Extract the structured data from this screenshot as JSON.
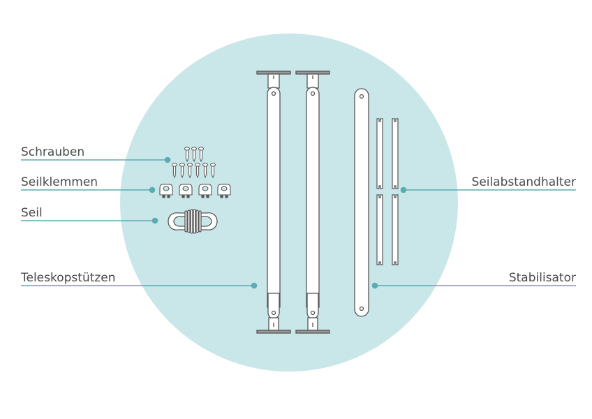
{
  "labels": {
    "schrauben": "Schrauben",
    "seilklemmen": "Seilklemmen",
    "seil": "Seil",
    "teleskopstuetzen": "Teleskopstützen",
    "seilabstandhalter": "Seilabstandhalter",
    "stabilisator": "Stabilisator"
  },
  "colors": {
    "circle": "#c9e6e9",
    "leader": "#5aacb4",
    "text": "#4a4a4a",
    "part_stroke": "#555555"
  }
}
